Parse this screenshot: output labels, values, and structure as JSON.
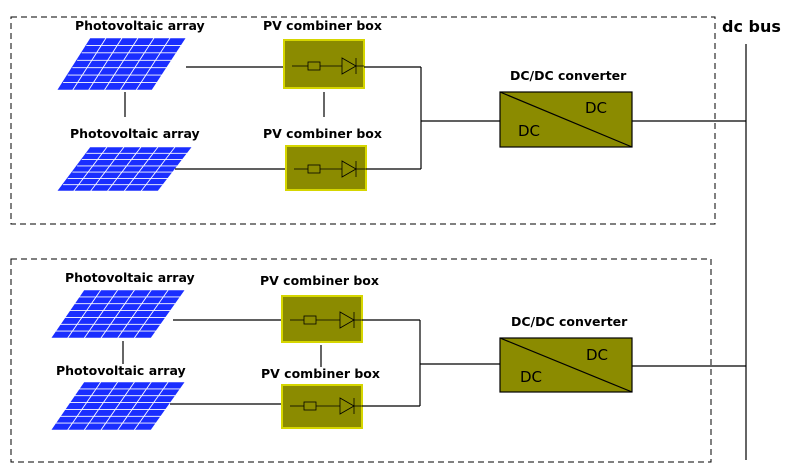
{
  "bus": {
    "label": "dc bus"
  },
  "groups": [
    {
      "arrays": [
        {
          "label": "Photovoltaic array"
        },
        {
          "label": "Photovoltaic array"
        }
      ],
      "combiners": [
        {
          "label": "PV combiner box"
        },
        {
          "label": "PV combiner box"
        }
      ],
      "converter": {
        "label": "DC/DC converter",
        "in_text": "DC",
        "out_text": "DC"
      }
    },
    {
      "arrays": [
        {
          "label": "Photovoltaic array"
        },
        {
          "label": "Photovoltaic array"
        }
      ],
      "combiners": [
        {
          "label": "PV combiner box"
        },
        {
          "label": "PV combiner box"
        }
      ],
      "converter": {
        "label": "DC/DC converter",
        "in_text": "DC",
        "out_text": "DC"
      }
    }
  ],
  "colors": {
    "panel": "#1a2eff",
    "combiner_fill": "#8b8b00",
    "combiner_border": "#d6d600",
    "converter_fill": "#8b8b00"
  }
}
